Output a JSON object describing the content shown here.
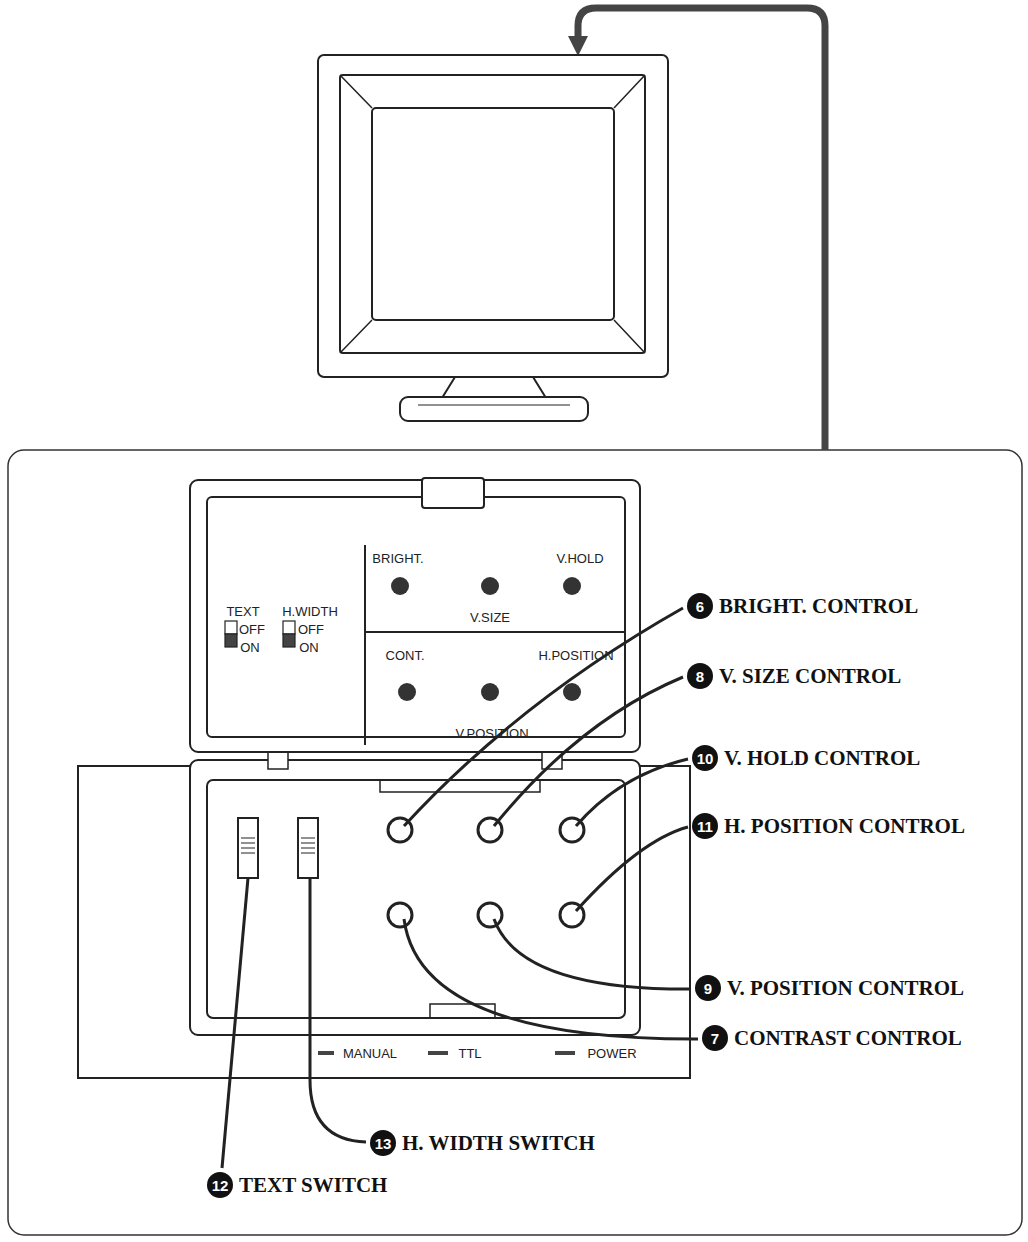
{
  "diagram": {
    "nodes": [
      {
        "text": [
          "6",
          "BRIGHT. CONTROL"
        ]
      },
      {
        "text": [
          "8",
          "V. SIZE CONTROL"
        ]
      },
      {
        "text": [
          "10",
          "V. HOLD CONTROL"
        ]
      },
      {
        "text": [
          "11",
          "H. POSITION CONTROL"
        ]
      },
      {
        "text": [
          "9",
          "V. POSITION CONTROL"
        ]
      },
      {
        "text": [
          "7",
          "CONTRAST CONTROL"
        ]
      },
      {
        "text": [
          "13",
          "H. WIDTH SWITCH"
        ]
      },
      {
        "text": [
          "12",
          "TEXT SWITCH"
        ]
      }
    ],
    "labels": [
      "BRIGHT.",
      "V.HOLD",
      "V.SIZE",
      "TEXT",
      "H.WIDTH",
      "OFF",
      "ON",
      "OFF",
      "ON",
      "CONT.",
      "H.POSITION",
      "V.POSITION",
      "MANUAL",
      "TTL",
      "POWER"
    ]
  }
}
